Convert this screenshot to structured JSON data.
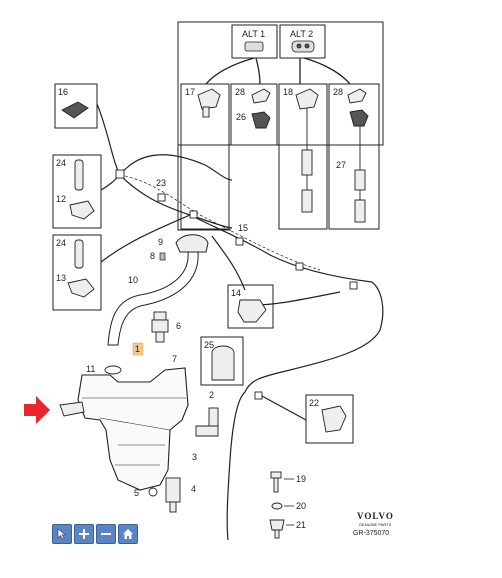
{
  "labels": {
    "alt1": "ALT 1",
    "alt2": "ALT 2",
    "p1": "1",
    "p2": "2",
    "p3": "3",
    "p4": "4",
    "p5": "5",
    "p6": "6",
    "p7": "7",
    "p8": "8",
    "p9": "9",
    "p10": "10",
    "p11": "11",
    "p12": "12",
    "p13": "13",
    "p14": "14",
    "p15": "15",
    "p16": "16",
    "p17": "17",
    "p18": "18",
    "p19": "19",
    "p20": "20",
    "p21": "21",
    "p22": "22",
    "p23": "23",
    "p24a": "24",
    "p24b": "24",
    "p25": "25",
    "p26": "26",
    "p27": "27",
    "p28a": "28",
    "p28b": "28"
  },
  "brand": {
    "logo": "VOLVO",
    "tagline": "GENUINE PARTS",
    "ref": "GR-375070"
  },
  "toolbar": {
    "buttons": [
      "pointer-icon",
      "zoom-in-icon",
      "zoom-out-icon",
      "home-icon"
    ],
    "accent": "#5b84c4"
  },
  "colors": {
    "arrow": "#e8262b",
    "line": "#222222",
    "highlight": "#f3c98a"
  }
}
